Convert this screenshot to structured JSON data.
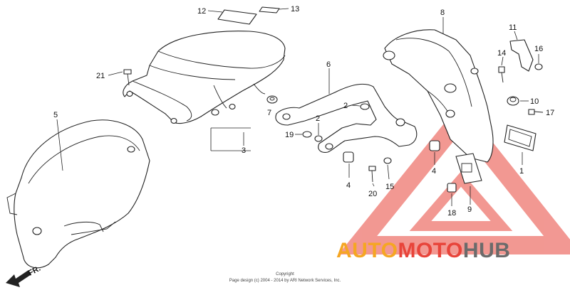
{
  "callouts": {
    "c1": "1",
    "c2a": "2",
    "c2b": "2",
    "c3": "3",
    "c4a": "4",
    "c4b": "4",
    "c5": "5",
    "c6": "6",
    "c7": "7",
    "c8": "8",
    "c9": "9",
    "c10": "10",
    "c11": "11",
    "c12": "12",
    "c13": "13",
    "c14": "14",
    "c15": "15",
    "c16": "16",
    "c17": "17",
    "c18": "18",
    "c19": "19",
    "c20": "20",
    "c21": "21"
  },
  "direction_label": "FR.",
  "copyright": {
    "line1": "Copyright",
    "line2": "Page design (c) 2004 - 2014 by ARI Network Services, Inc."
  },
  "watermark": {
    "text_auto": "AUTO",
    "text_moto": "MOTO",
    "text_hub": "HUB",
    "color_orange": "#f5a623",
    "color_red": "#e8443a",
    "color_gray": "#6b6b6b"
  }
}
